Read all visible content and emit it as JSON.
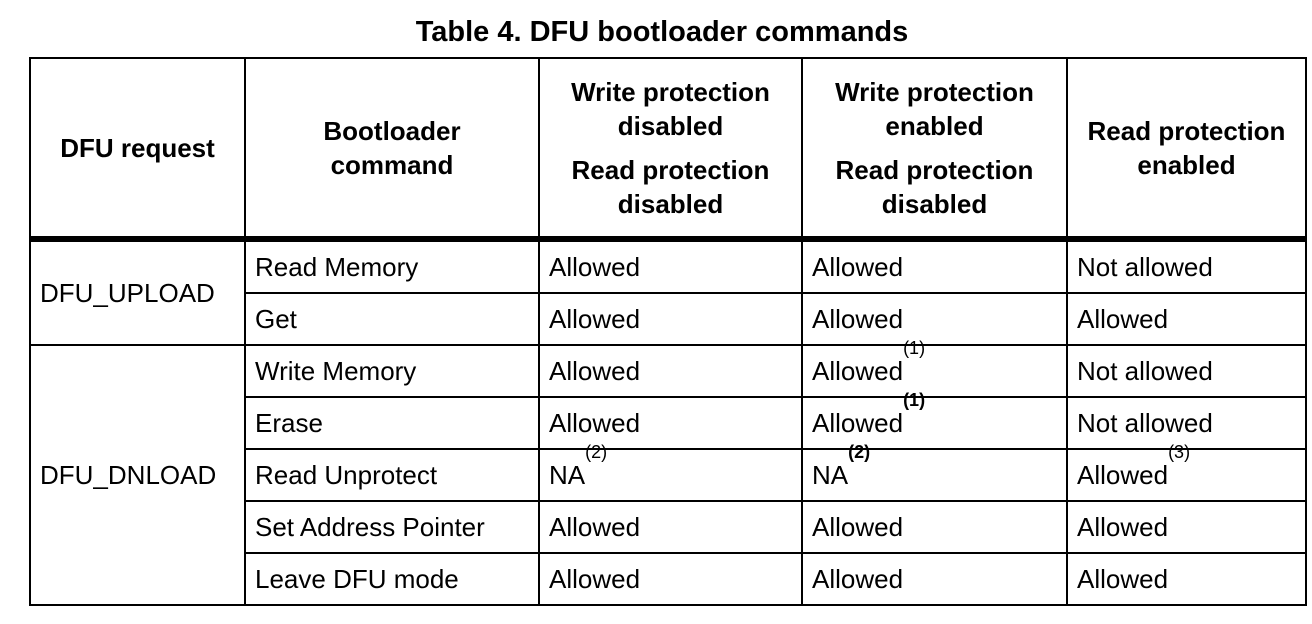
{
  "caption": "Table 4. DFU bootloader commands",
  "headers": {
    "col1": "DFU request",
    "col2": "Bootloader command",
    "col3_line1": "Write protection disabled",
    "col3_line2": "Read protection disabled",
    "col4_line1": "Write protection enabled",
    "col4_line2": "Read protection disabled",
    "col5": "Read protection enabled"
  },
  "requests": {
    "upload": "DFU_UPLOAD",
    "dnload": "DFU_DNLOAD"
  },
  "rows": [
    {
      "command": "Read Memory",
      "wp_dis": "Allowed",
      "wp_en": "Allowed",
      "wp_en_note": "",
      "rp_en": "Not allowed",
      "rp_en_note": ""
    },
    {
      "command": "Get",
      "wp_dis": "Allowed",
      "wp_en": "Allowed",
      "wp_en_note": "",
      "rp_en": "Allowed",
      "rp_en_note": ""
    },
    {
      "command": "Write Memory",
      "wp_dis": "Allowed",
      "wp_en": "Allowed",
      "wp_en_note": "(1)",
      "rp_en": "Not allowed",
      "rp_en_note": ""
    },
    {
      "command": "Erase",
      "wp_dis": "Allowed",
      "wp_en": "Allowed",
      "wp_en_note": "(1)",
      "rp_en": "Not allowed",
      "rp_en_note": ""
    },
    {
      "command": "Read Unprotect",
      "wp_dis": "NA",
      "wp_dis_note": "(2)",
      "wp_en": "NA",
      "wp_en_note": "(2)",
      "rp_en": "Allowed",
      "rp_en_note": "(3)"
    },
    {
      "command": "Set Address Pointer",
      "wp_dis": "Allowed",
      "wp_en": "Allowed",
      "wp_en_note": "",
      "rp_en": "Allowed",
      "rp_en_note": ""
    },
    {
      "command": "Leave DFU mode",
      "wp_dis": "Allowed",
      "wp_en": "Allowed",
      "wp_en_note": "",
      "rp_en": "Allowed",
      "rp_en_note": ""
    }
  ]
}
